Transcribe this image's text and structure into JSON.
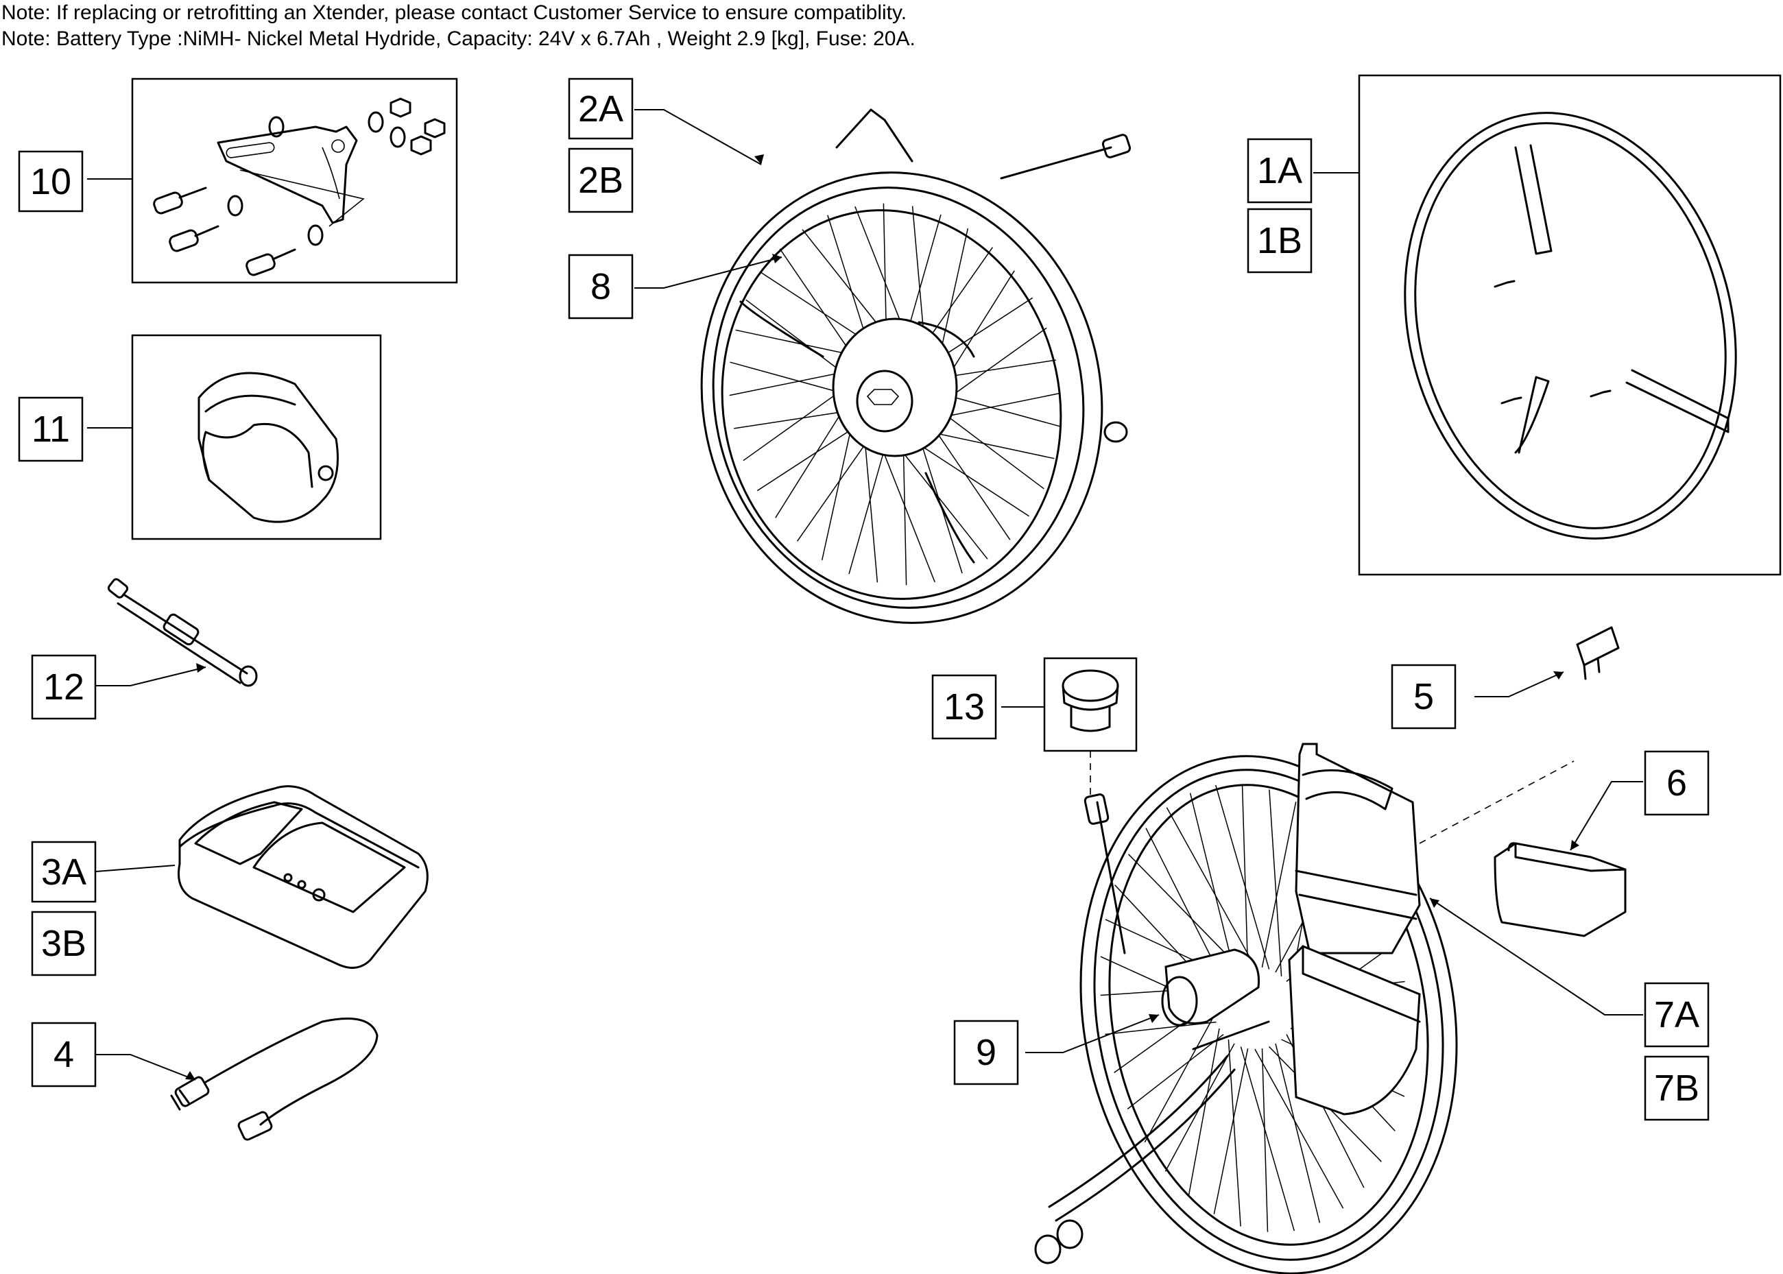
{
  "notes": [
    "Note: If replacing or retrofitting an Xtender, please contact Customer Service to ensure compatiblity.",
    "Note: Battery Type :NiMH- Nickel Metal Hydride, Capacity: 24V x 6.7Ah , Weight 2.9 [kg], Fuse: 20A."
  ],
  "callouts": {
    "c1a": "1A",
    "c1b": "1B",
    "c2a": "2A",
    "c2b": "2B",
    "c3a": "3A",
    "c3b": "3B",
    "c4": "4",
    "c5": "5",
    "c6": "6",
    "c7a": "7A",
    "c7b": "7B",
    "c8": "8",
    "c9": "9",
    "c10": "10",
    "c11": "11",
    "c12": "12",
    "c13": "13"
  }
}
